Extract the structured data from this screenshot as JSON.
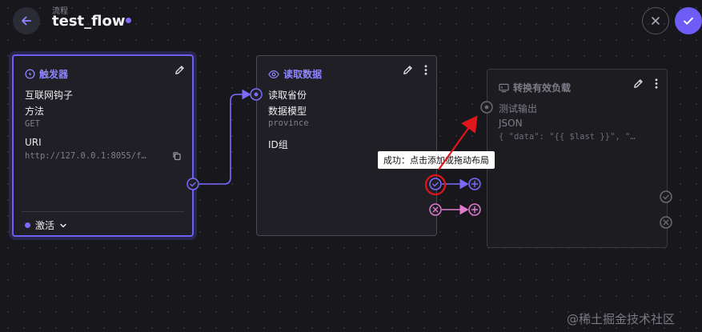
{
  "header": {
    "breadcrumb": "流程",
    "title": "test_flow",
    "back_icon": "arrow-left-icon",
    "cancel_icon": "close-icon",
    "confirm_icon": "check-icon"
  },
  "colors": {
    "accent": "#6d5cf6",
    "success_port": "#7b6cff",
    "error_port": "#e07ad0",
    "annotation": "#e0161c"
  },
  "nodes": {
    "trigger": {
      "title": "触发器",
      "icon": "bolt-circle-icon",
      "subtitle": "互联网钩子",
      "method_label": "方法",
      "method_value": "GET",
      "uri_label": "URI",
      "uri_value": "http://127.0.0.1:8055/f…",
      "status": "激活"
    },
    "read": {
      "title": "读取数据",
      "icon": "eye-icon",
      "subtitle": "读取省份",
      "model_label": "数据模型",
      "model_value": "province",
      "ids_label": "ID组"
    },
    "transform": {
      "title": "转换有效负载",
      "icon": "code-block-icon",
      "input_label": "测试输出",
      "json_label": "JSON",
      "json_value": "{ \"data\": \"{{ $last }}\", \"…"
    }
  },
  "tooltip": "成功：点击添加或拖动布局",
  "watermark": "@稀土掘金技术社区"
}
